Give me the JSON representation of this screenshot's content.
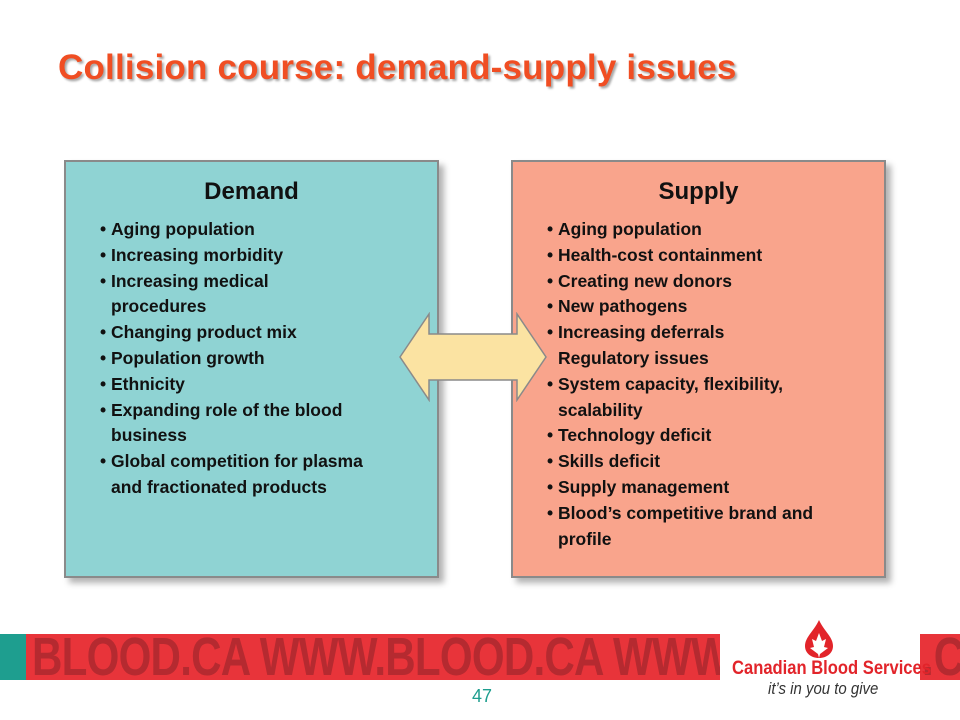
{
  "slide": {
    "title": "Collision course: demand-supply issues",
    "page_number": "47"
  },
  "colors": {
    "title": "#f04e23",
    "demand_panel": "#8fd3d3",
    "supply_panel": "#f9a48c",
    "arrow_fill": "#fbe3a2",
    "footer_red": "#e8343a",
    "footer_text": "#b52a30",
    "footer_teal": "#1e9e8f",
    "logo_red": "#e2242a"
  },
  "demand": {
    "heading": "Demand",
    "items": [
      {
        "text": "Aging population"
      },
      {
        "text": "Increasing morbidity"
      },
      {
        "text": "Increasing medical"
      },
      {
        "text": "procedures",
        "continuation": true
      },
      {
        "text": "Changing product mix"
      },
      {
        "text": "Population growth"
      },
      {
        "text": "Ethnicity"
      },
      {
        "text": "Expanding role of the blood"
      },
      {
        "text": "business",
        "continuation": true
      },
      {
        "text": "Global competition for plasma"
      },
      {
        "text": "and fractionated products",
        "continuation": true
      }
    ]
  },
  "supply": {
    "heading": "Supply",
    "items": [
      {
        "text": "Aging population"
      },
      {
        "text": "Health-cost containment"
      },
      {
        "text": "Creating new donors"
      },
      {
        "text": "New pathogens"
      },
      {
        "text": "Increasing deferrals"
      },
      {
        "text": "Regulatory issues",
        "continuation": true
      },
      {
        "text": "System capacity, flexibility,"
      },
      {
        "text": "scalability",
        "continuation": true
      },
      {
        "text": "Technology deficit"
      },
      {
        "text": "Skills deficit"
      },
      {
        "text": "Supply management"
      },
      {
        "text": "Blood’s competitive brand and"
      },
      {
        "text": "profile",
        "continuation": true
      }
    ]
  },
  "footer": {
    "banner_text": "BLOOD.CA WWW.BLOOD.CA WWW",
    "banner_right_text": ".C",
    "logo_name": "Canadian Blood Services",
    "logo_tagline": "it’s in you to give"
  },
  "icons": {
    "arrow": "double-headed-arrow-icon",
    "logo": "blood-drop-icon"
  }
}
